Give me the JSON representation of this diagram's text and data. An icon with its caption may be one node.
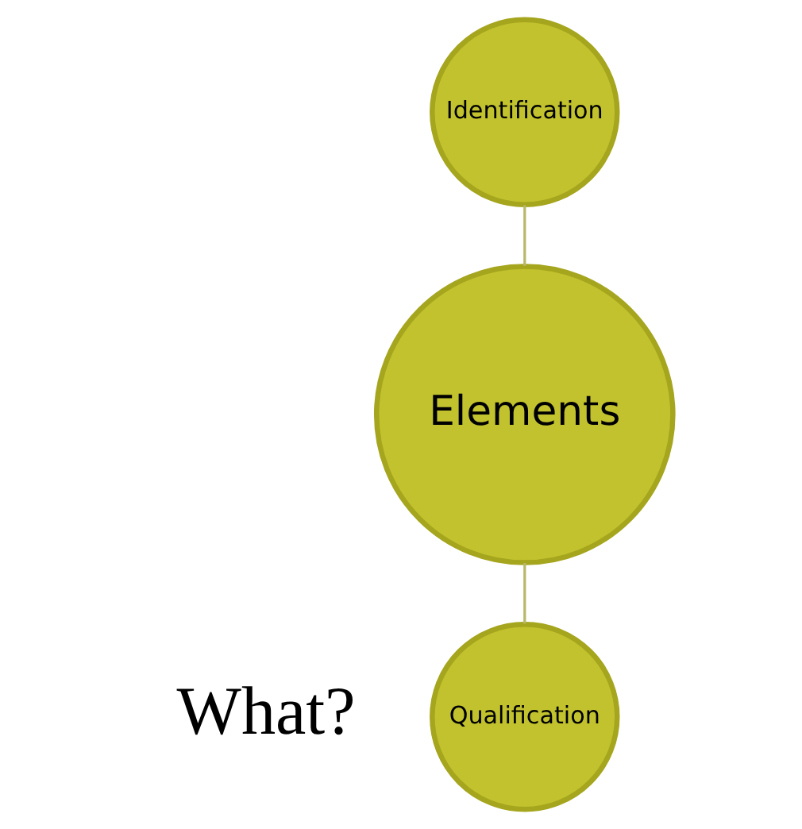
{
  "diagram": {
    "nodes": [
      {
        "text": [
          "Identification"
        ]
      },
      {
        "text": [
          "Elements"
        ]
      },
      {
        "text": [
          "Qualification"
        ]
      }
    ],
    "edges": [
      {
        "from": 0,
        "to": 1,
        "arrow": "none"
      },
      {
        "from": 1,
        "to": 2,
        "arrow": "none"
      }
    ],
    "labels": [
      "What?"
    ]
  }
}
